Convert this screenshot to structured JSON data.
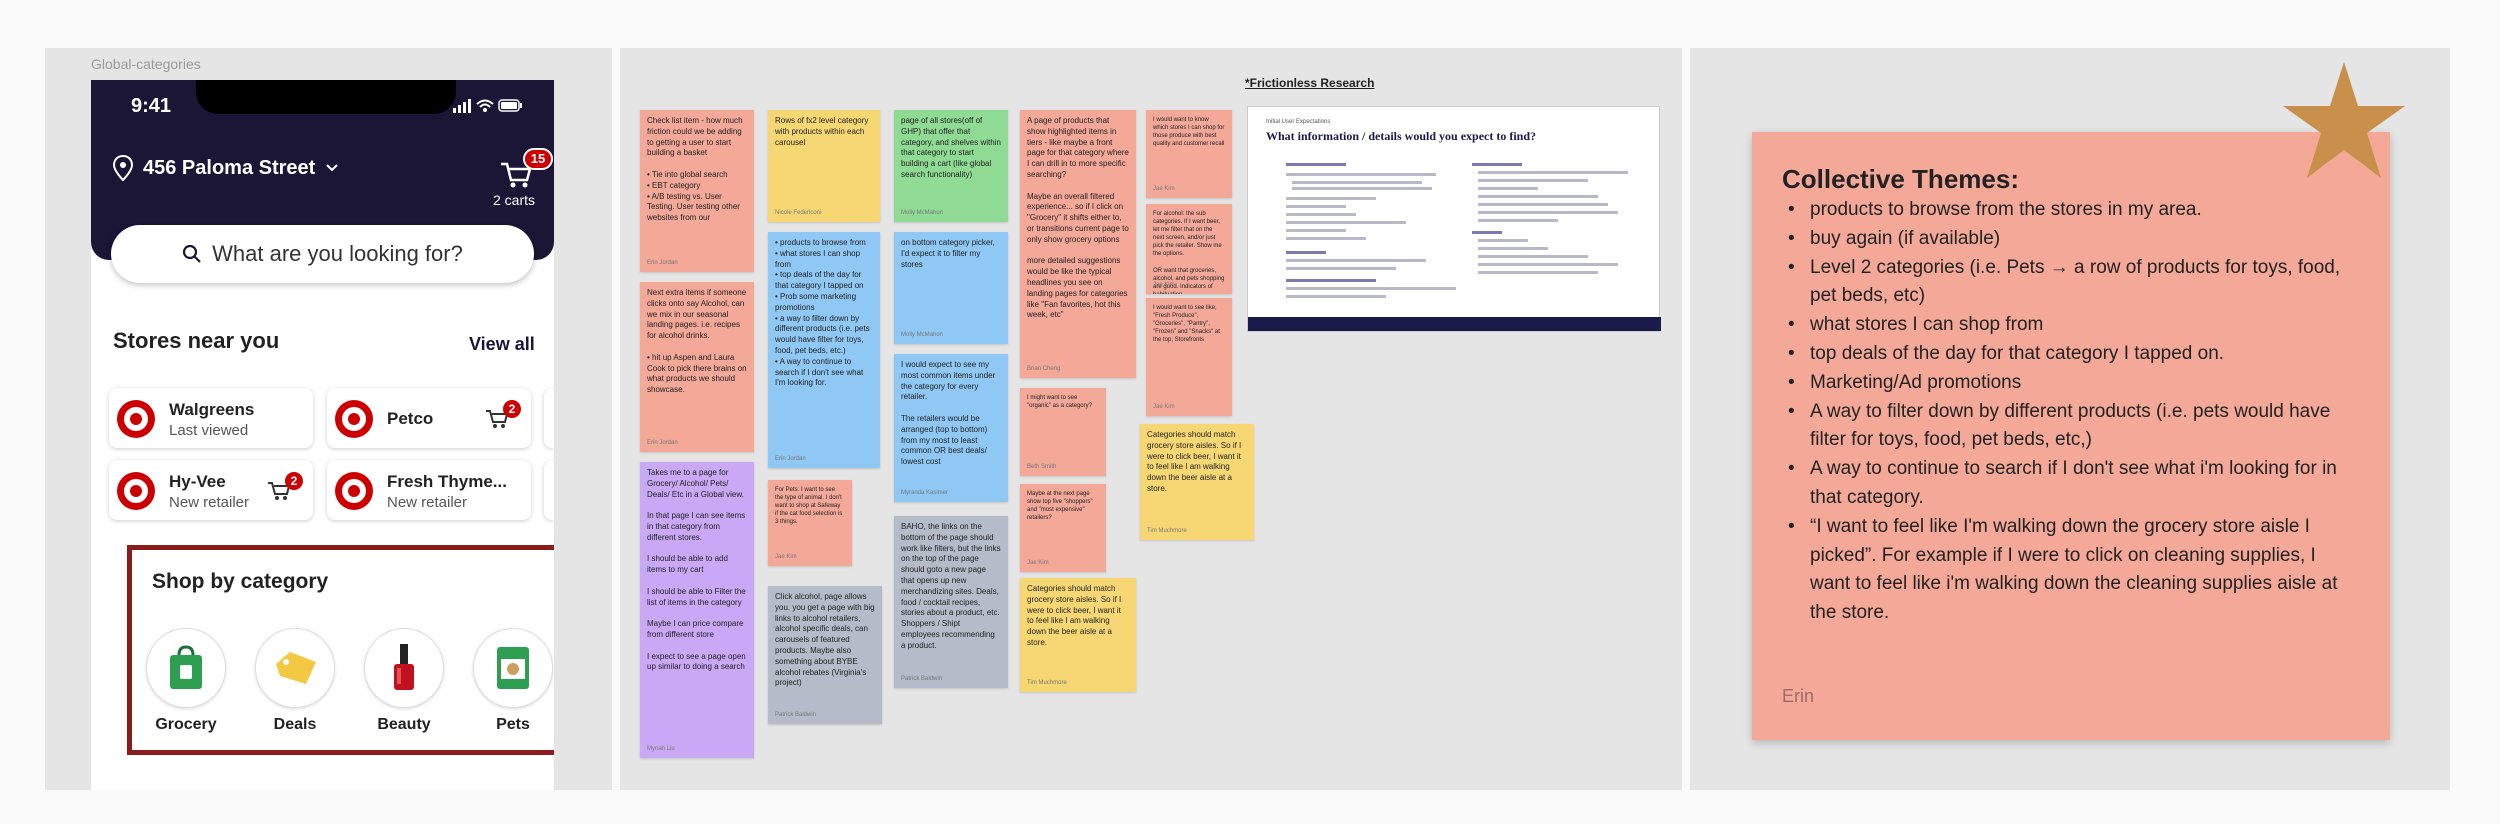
{
  "left_panel": {
    "frame_label": "Global-categories",
    "status_bar": {
      "time": "9:41",
      "icons": "signal-icon wifi-icon battery-icon"
    },
    "header": {
      "address": "456 Paloma Street",
      "cart_badge": "15",
      "carts_label": "2 carts"
    },
    "search": {
      "placeholder": "What are you looking for?"
    },
    "stores": {
      "title": "Stores near you",
      "view_all": "View all",
      "items": [
        {
          "name": "Walgreens",
          "sub": "Last viewed",
          "badge": ""
        },
        {
          "name": "Petco",
          "sub": "",
          "badge": "2"
        },
        {
          "name": "Hy-Vee",
          "sub": "New retailer",
          "badge": "2"
        },
        {
          "name": "Fresh Thyme...",
          "sub": "New retailer",
          "badge": ""
        }
      ]
    },
    "categories": {
      "title": "Shop by category",
      "items": [
        {
          "label": "Grocery",
          "icon": "grocery-bag-icon"
        },
        {
          "label": "Deals",
          "icon": "tag-icon"
        },
        {
          "label": "Beauty",
          "icon": "nail-polish-icon"
        },
        {
          "label": "Pets",
          "icon": "pet-food-icon"
        }
      ]
    }
  },
  "middle_panel": {
    "section_title": "*Frictionless Research",
    "notes": [
      {
        "text": "Check list item - how much friction could we be adding to getting a user to start building a basket\n\n• Tie into global search\n• EBT category\n• A/B testing vs. User Testing. User testing other websites from our",
        "author": "Erin Jordan"
      },
      {
        "text": "Rows of fx2 level category with products within each carousel",
        "author": "Nicole Federiconi"
      },
      {
        "text": "page of all stores(off of GHP) that offer that category, and shelves within that category to start building a cart (like global search functionality)",
        "author": "Molly McMahon"
      },
      {
        "text": "A page of products that show highlighted items in tiers - like maybe a front page for that category where I can drill in to more specific searching?\n\nMaybe an overall filtered experience... so if I click on \"Grocery\" it shifts either to, or transitions current page to only show grocery options\n\nmore detailed suggestions would be like the typical headlines you see on landing pages for categories like \"Fan favorites, hot this week, etc\"",
        "author": "Brian Cheng"
      },
      {
        "text": "I would want to know which stores I can shop for those produce with best quality and customer recall",
        "author": "Jae Kim"
      },
      {
        "text": "Next extra items if someone clicks onto say Alcohol, can we mix in our seasonal landing pages. i.e. recipes for alcohol drinks.\n\n• hit up Aspen and Laura Cook to pick there brains on what products we should showcase.",
        "author": "Erin Jordan"
      },
      {
        "text": "• products to browse from\n• what stores I can shop from\n• top deals of the day for that category I tapped on\n• Prob some marketing promotions\n• a way to filter down by different products (i.e. pets would have filter for toys, food, pet beds, etc.)\n• A way to continue to search if I don't see what I'm looking for.",
        "author": "Erin Jordan"
      },
      {
        "text": "on bottom category picker, I'd expect it to filter my stores",
        "author": "Molly McMahon"
      },
      {
        "text": "I would expect to see my most common items under the category for every retailer.\n\nThe retailers would be arranged (top to bottom) from my most to least common OR best deals/ lowest cost",
        "author": "Myranda Kasimer"
      },
      {
        "text": "For alcohol: the sub categories. If I want beer, let me filter that on the next screen, and/or just pick the retailer. Show me the options.\n\nOR want that groceries, alcohol, and pets shopping are good. Indicators of habituation.",
        "author": "Jae Kim"
      },
      {
        "text": "I would want to see like, \"Fresh Produce\", \"Groceries\", \"Pantry\", \"Frozen\" and \"Snacks\" at the top, Storefronts",
        "author": "Jae Kim"
      },
      {
        "text": "Takes me to a page for Grocery/ Alcohol/ Pets/ Deals/ Etc in a Global view.\n\nIn that page I can see items in that category from different stores.\n\nI should be able to add items to my cart\n\nI should be able to Filter the list of items in the category\n\nMaybe I can price compare from different store\n\nI expect to see a page open up similar to doing a search",
        "author": "Myriah Liu"
      },
      {
        "text": "I might want to see \"organic\" as a category?",
        "author": "Beth Smith"
      },
      {
        "text": "For Pets: I want to see the type of animal. I don't want to shop at Safeway if the cat food selection is 3 things.",
        "author": "Jae Kim"
      },
      {
        "text": "Maybe at the next page show top five \"shoppers\" and \"most expensive\" retailers?",
        "author": "Jae Kim"
      },
      {
        "text": "Categories should match grocery store aisles. So if I were to click beer, I want it to feel like I am walking down the beer aisle at a store.",
        "author": "Tim Muchmore"
      },
      {
        "text": "Click alcohol, page allows you. you get a page with big links to alcohol retailers, alcohol specific deals, can carousels of featured products. Maybe also something about BYBE alcohol rebates (Virginia's project)",
        "author": "Patrick Baldwin"
      },
      {
        "text": "BAHO, the links on the bottom of the page should work like filters, but the links on the top of the page should goto a new page that opens up new merchandizing sites. Deals, food / cocktail recipes, stories about a product, etc. Shoppers / Shipt employees recommending a product.",
        "author": "Patrick Baldwin"
      },
      {
        "text": "Categories should match grocery store aisles. So if I were to click beer, I want it to feel like I am walking down the beer aisle at a store.",
        "author": "Tim Muchmore"
      }
    ],
    "doc": {
      "small": "Initial User Expectations",
      "heading": "What information / details would you expect to find?"
    }
  },
  "right_panel": {
    "title": "Collective Themes:",
    "themes": [
      "products to browse from the stores in my area.",
      "buy again (if available)",
      "Level 2 categories (i.e. Pets → a row of products for toys, food, pet beds, etc)",
      "what stores I can shop from",
      "top deals of the day for that category I tapped on.",
      "Marketing/Ad promotions",
      "A way to filter down by different products (i.e. pets would have filter for toys, food, pet beds, etc,)",
      "A way to continue to search if I don't see what i'm looking for in that category.",
      "“I want to feel like I'm walking down the grocery store aisle I picked”. For example if I were to click on cleaning supplies, I want to feel like i'm walking down the cleaning supplies aisle at the store."
    ],
    "author": "Erin",
    "colors": {
      "sticky": "#f4a898",
      "star": "#c8904a"
    }
  }
}
